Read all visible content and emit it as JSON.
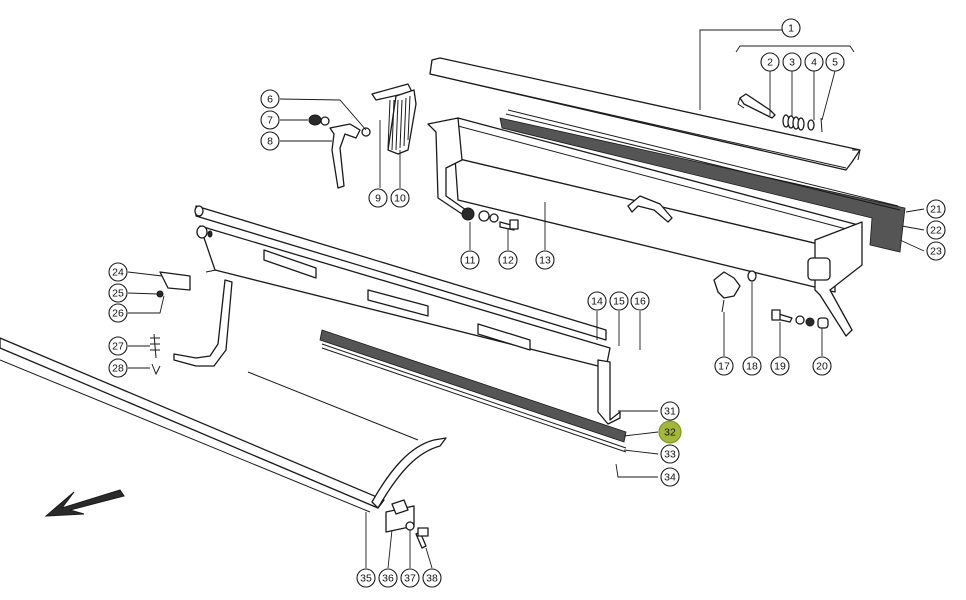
{
  "diagram": {
    "highlight_color": "#a3b83a",
    "direction_arrow": "arrow-left-down-icon",
    "callouts": [
      {
        "label": "1"
      },
      {
        "label": "2"
      },
      {
        "label": "3"
      },
      {
        "label": "4"
      },
      {
        "label": "5"
      },
      {
        "label": "6"
      },
      {
        "label": "7"
      },
      {
        "label": "8"
      },
      {
        "label": "9"
      },
      {
        "label": "10"
      },
      {
        "label": "11"
      },
      {
        "label": "12"
      },
      {
        "label": "13"
      },
      {
        "label": "14"
      },
      {
        "label": "15"
      },
      {
        "label": "16"
      },
      {
        "label": "17"
      },
      {
        "label": "18"
      },
      {
        "label": "19"
      },
      {
        "label": "20"
      },
      {
        "label": "21"
      },
      {
        "label": "22"
      },
      {
        "label": "23"
      },
      {
        "label": "24"
      },
      {
        "label": "25"
      },
      {
        "label": "26"
      },
      {
        "label": "27"
      },
      {
        "label": "28"
      },
      {
        "label": "31"
      },
      {
        "label": "32",
        "highlighted": true
      },
      {
        "label": "33"
      },
      {
        "label": "34"
      },
      {
        "label": "35"
      },
      {
        "label": "36"
      },
      {
        "label": "37"
      },
      {
        "label": "38"
      }
    ]
  }
}
